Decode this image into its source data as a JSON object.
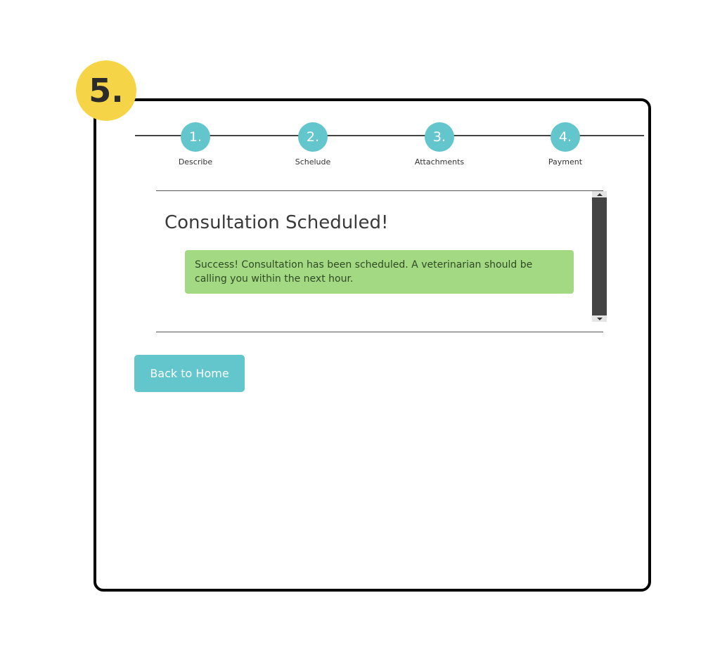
{
  "badge": {
    "label": "5."
  },
  "stepper": {
    "steps": [
      {
        "number": "1.",
        "label": "Describe"
      },
      {
        "number": "2.",
        "label": "Schelude"
      },
      {
        "number": "3.",
        "label": "Attachments"
      },
      {
        "number": "4.",
        "label": "Payment"
      }
    ]
  },
  "panel": {
    "title": "Consultation Scheduled!",
    "alert_text": "Success! Consultation has been scheduled. A veterinarian should be calling you within the next hour."
  },
  "actions": {
    "back_label": "Back to Home"
  },
  "colors": {
    "badge": "#f5d547",
    "accent": "#62c6cc",
    "success": "#a3d982"
  }
}
